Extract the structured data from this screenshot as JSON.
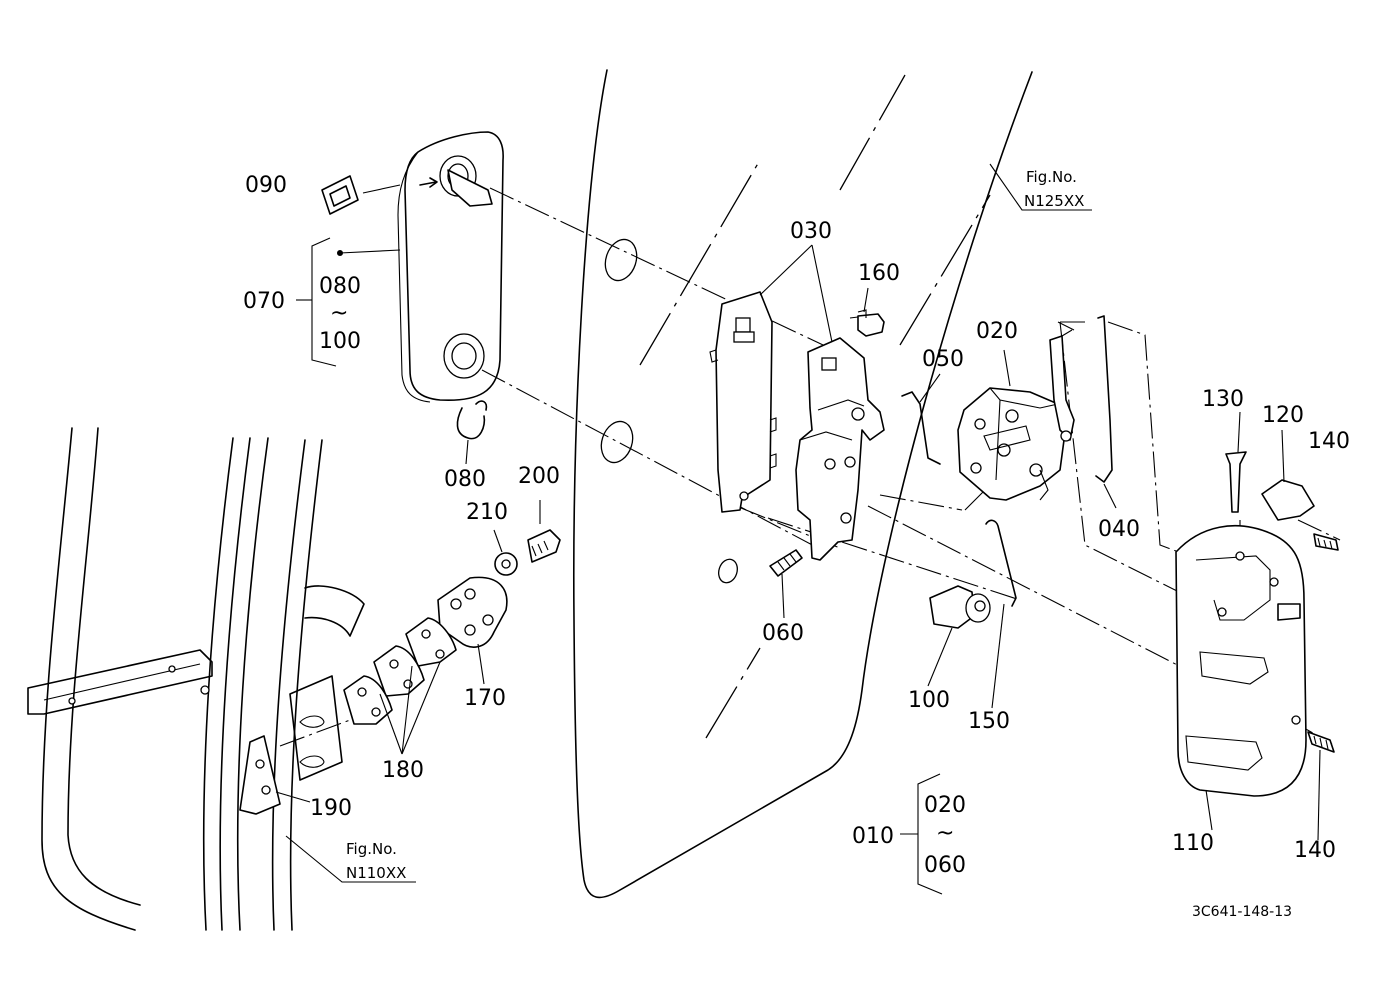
{
  "diagram": {
    "labels": {
      "p010": "010",
      "p020": "020",
      "p030": "030",
      "p040": "040",
      "p050": "050",
      "p060": "060",
      "p070": "070",
      "p080": "080",
      "p090": "090",
      "p100": "100",
      "p110": "110",
      "p120": "120",
      "p130": "130",
      "p140": "140",
      "p150": "150",
      "p160": "160",
      "p170": "170",
      "p180": "180",
      "p190": "190",
      "p200": "200",
      "p210": "210"
    },
    "group_070": {
      "from": "080",
      "tilde": "~",
      "to": "100"
    },
    "group_010": {
      "from": "020",
      "tilde": "~",
      "to": "060"
    },
    "fig_refs": {
      "upper": {
        "caption": "Fig.No.",
        "number": "N125XX"
      },
      "lower": {
        "caption": "Fig.No.",
        "number": "N110XX"
      }
    },
    "drawing_code": "3C641-148-13"
  }
}
